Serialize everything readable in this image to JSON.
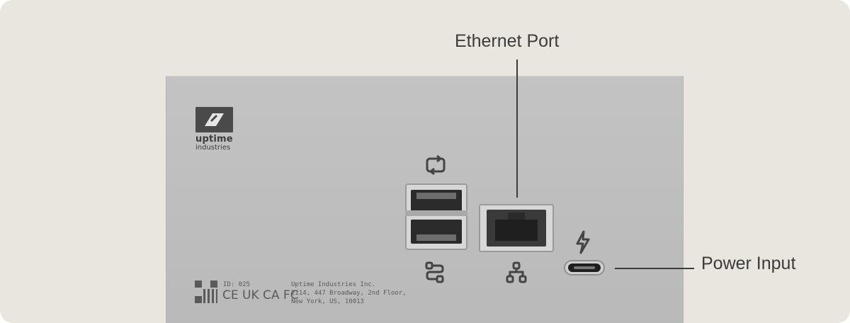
{
  "callouts": {
    "ethernet": "Ethernet Port",
    "power": "Power Input"
  },
  "brand": {
    "name": "uptime",
    "sub": "industries"
  },
  "label": {
    "id": "ID: 025",
    "marks": "CE UK CA FC",
    "address_lines": [
      "Uptime Industries Inc.",
      "2114, 447 Broadway, 2nd Floor,",
      "New York, US, 10013"
    ]
  },
  "icons": [
    "sync-icon",
    "usb-route-icon",
    "network-icon",
    "lightning-icon",
    "qr-code-icon",
    "brand-logo-icon"
  ],
  "colors": {
    "background": "#e9e5df",
    "device": "#bfbfbf",
    "text": "#3c3c3c"
  }
}
